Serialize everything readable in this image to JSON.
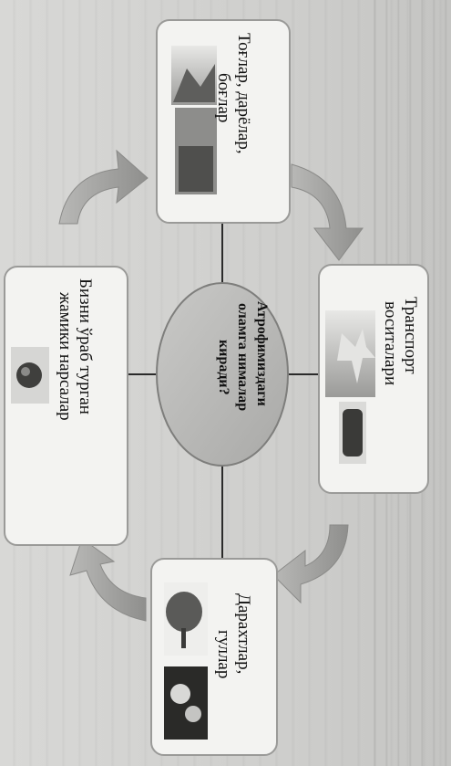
{
  "center": {
    "line1": "Атрофимиздаги",
    "line2": "оламга нималар",
    "line3": "киради?"
  },
  "cards": {
    "top": {
      "line1": "Тоғлар, дарёлар,",
      "line2": "боғлар"
    },
    "right": {
      "line1": "Транспорт",
      "line2": "воситалари"
    },
    "bottom": {
      "line1": "Дарахтлар,",
      "line2": "гуллар"
    },
    "left": {
      "line1": "Бизни ўраб турган",
      "line2": "жамики нарсалар"
    }
  },
  "colors": {
    "card_fill": "#f3f3f1",
    "card_stroke": "#9a9a98",
    "hub_fill": "#bdbdbb",
    "arrow_fill": "#a8a8a6",
    "connector": "#2a2a2a"
  }
}
